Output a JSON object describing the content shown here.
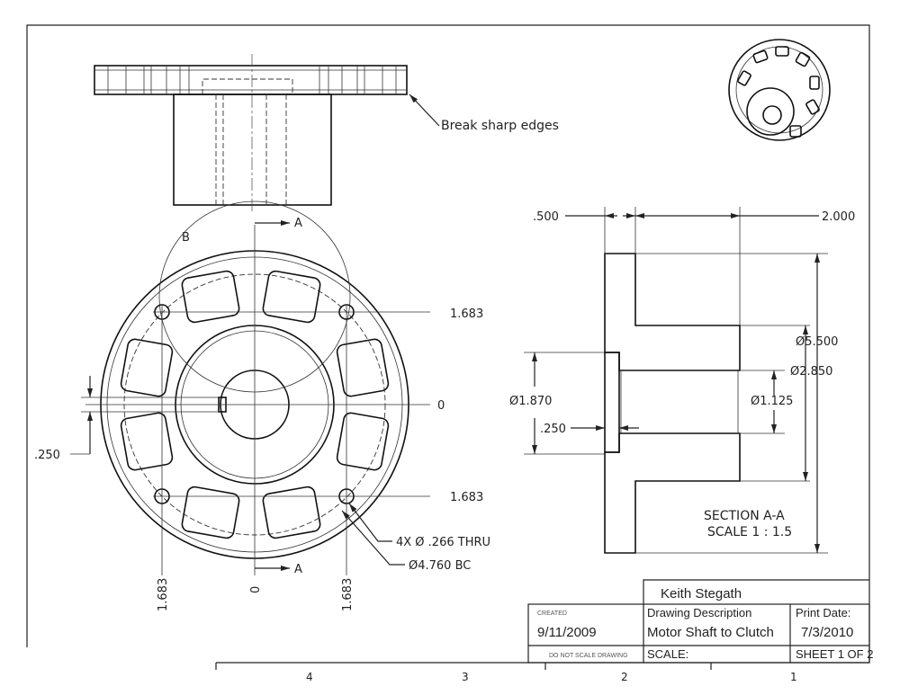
{
  "title_block": {
    "author": "Keith Stegath",
    "created_label": "CREATED",
    "created_date": "9/11/2009",
    "description_label": "Drawing Description",
    "description": "Motor Shaft to Clutch",
    "print_date_label": "Print Date:",
    "print_date": "7/3/2010",
    "do_not_scale": "DO NOT SCALE DRAWING",
    "scale_label": "SCALE:",
    "sheet": "SHEET 1 OF 2"
  },
  "zones": [
    "4",
    "3",
    "2",
    "1"
  ],
  "top_view": {
    "note": "Break sharp edges"
  },
  "front_view": {
    "section_label_top": "A",
    "section_label_bottom": "A",
    "detail_label": "B",
    "dims": {
      "hole_top_y": "1.683",
      "hole_bottom_y": "1.683",
      "center_y": "0",
      "key_width": ".250",
      "hole_left_x": "1.683",
      "center_x": "0",
      "hole_right_x": "1.683",
      "holes": "4X Ø .266 THRU",
      "bolt_circle": "Ø4.760 BC"
    }
  },
  "section_view": {
    "title": "SECTION A-A",
    "scale": "SCALE 1 : 1.5",
    "dims": {
      "flange_thickness": ".500",
      "overall_length": "2.000",
      "outer_diameter": "Ø5.500",
      "hub_diameter": "Ø2.850",
      "counterbore_diameter": "Ø1.870",
      "bore_diameter": "Ø1.125",
      "counterbore_depth": ".250"
    }
  }
}
